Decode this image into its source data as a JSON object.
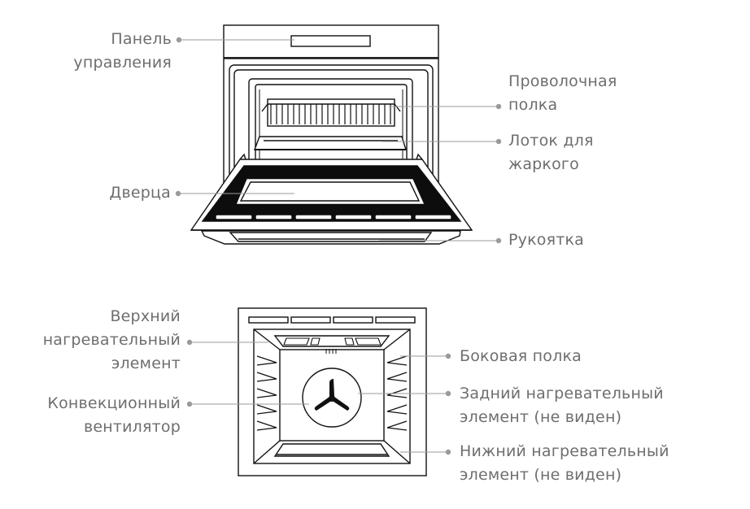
{
  "oven_front": {
    "labels": {
      "control_panel": [
        "Панель",
        "управления"
      ],
      "wire_shelf": [
        "Проволочная",
        "полка"
      ],
      "roasting_tray": [
        "Лоток для",
        "жаркого"
      ],
      "door": [
        "Дверца"
      ],
      "handle": [
        "Рукоятка"
      ]
    }
  },
  "oven_interior": {
    "labels": {
      "top_heating_element": [
        "Верхний",
        "нагревательный",
        "элемент"
      ],
      "side_rack": [
        "Боковая полка"
      ],
      "convection_fan": [
        "Конвекционный",
        "вентилятор"
      ],
      "rear_heating_element": [
        "Задний нагревательный",
        "элемент (не виден)"
      ],
      "bottom_heating_element": [
        "Нижний нагревательный",
        "элемент (не виден)"
      ]
    }
  },
  "colors": {
    "line": "#111111",
    "leader": "#9a9a9a",
    "label": "#6e6e6e",
    "door_glass_frame": "#0d0d0d"
  }
}
